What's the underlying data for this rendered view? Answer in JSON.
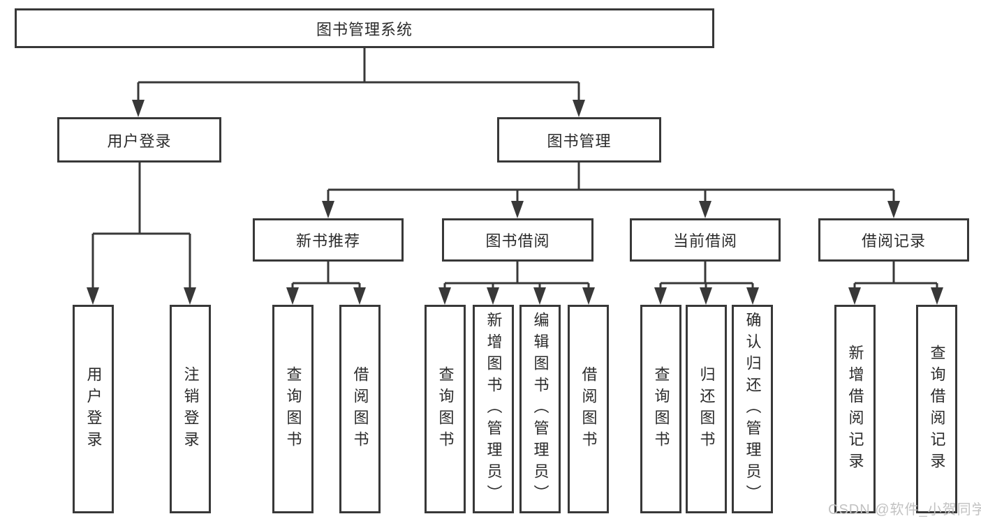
{
  "diagram": {
    "title": "图书管理系统",
    "colors": {
      "line": "#383838",
      "border": "#383838",
      "text": "#2b2b2b",
      "watermark": "#c2c2c2",
      "background": "#ffffff"
    },
    "tree": {
      "root": {
        "label": "图书管理系统",
        "children": [
          {
            "label": "用户登录",
            "children": [
              {
                "label": "用户登录"
              },
              {
                "label": "注销登录"
              }
            ]
          },
          {
            "label": "图书管理",
            "children": [
              {
                "label": "新书推荐",
                "children": [
                  {
                    "label": "查询图书"
                  },
                  {
                    "label": "借阅图书"
                  }
                ]
              },
              {
                "label": "图书借阅",
                "children": [
                  {
                    "label": "查询图书"
                  },
                  {
                    "label": "新增图书（管理员）"
                  },
                  {
                    "label": "编辑图书（管理员）"
                  },
                  {
                    "label": "借阅图书"
                  }
                ]
              },
              {
                "label": "当前借阅",
                "children": [
                  {
                    "label": "查询图书"
                  },
                  {
                    "label": "归还图书"
                  },
                  {
                    "label": "确认归还（管理员）"
                  }
                ]
              },
              {
                "label": "借阅记录",
                "children": [
                  {
                    "label": "新增借阅记录"
                  },
                  {
                    "label": "查询借阅记录"
                  }
                ]
              }
            ]
          }
        ]
      }
    },
    "watermark": "CSDN @软件_小贺同学"
  }
}
